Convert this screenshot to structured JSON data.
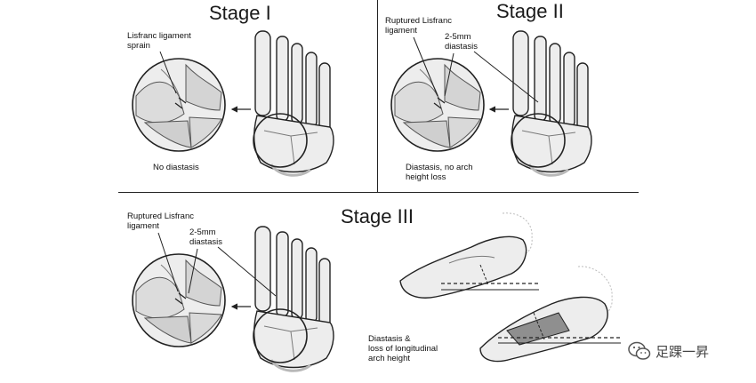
{
  "stages": {
    "stage1": {
      "title": "Stage I",
      "ligament_label": "Lisfranc ligament\nsprain",
      "caption": "No diastasis"
    },
    "stage2": {
      "title": "Stage II",
      "ligament_label": "Ruptured Lisfranc\nligament",
      "gap_label": "2-5mm\ndiastasis",
      "caption": "Diastasis, no arch\nheight loss"
    },
    "stage3": {
      "title": "Stage III",
      "ligament_label": "Ruptured Lisfranc\nligament",
      "gap_label": "2-5mm\ndiastasis",
      "caption": "Diastasis &\nloss of longitudinal\narch height"
    }
  },
  "watermark": {
    "text": "足踝一昇",
    "icon": "wechat-icon"
  },
  "colors": {
    "ink": "#222222",
    "bone": "#ededed",
    "shade": "#b8b8b8",
    "dark": "#7a7a7a"
  }
}
